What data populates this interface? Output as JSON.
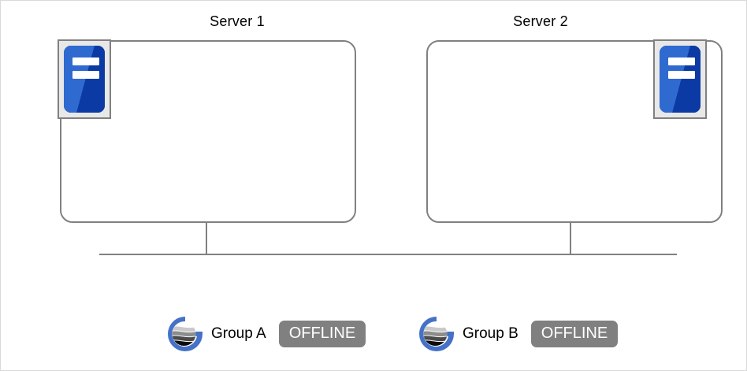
{
  "diagram": {
    "title_bar": null,
    "servers": [
      {
        "name": "Server 1",
        "icon": "server-icon",
        "icon_position": "top-left"
      },
      {
        "name": "Server 2",
        "icon": "server-icon",
        "icon_position": "top-right"
      }
    ],
    "network": {
      "bus_label": "",
      "connector_icon": "network-bus-line"
    },
    "groups": [
      {
        "logo": "group-globe-logo",
        "label": "Group A",
        "status": "OFFLINE"
      },
      {
        "logo": "group-globe-logo",
        "label": "Group B",
        "status": "OFFLINE"
      }
    ],
    "colors": {
      "line": "#808080",
      "icon_blue_light": "#2f6ad0",
      "icon_blue_dark": "#0b3aa5",
      "icon_frame": "#e8e8e8",
      "status_badge_bg": "#808080",
      "status_badge_text": "#ffffff",
      "logo_ring": "#4671c8",
      "page_border": "#d9d9d9"
    }
  }
}
